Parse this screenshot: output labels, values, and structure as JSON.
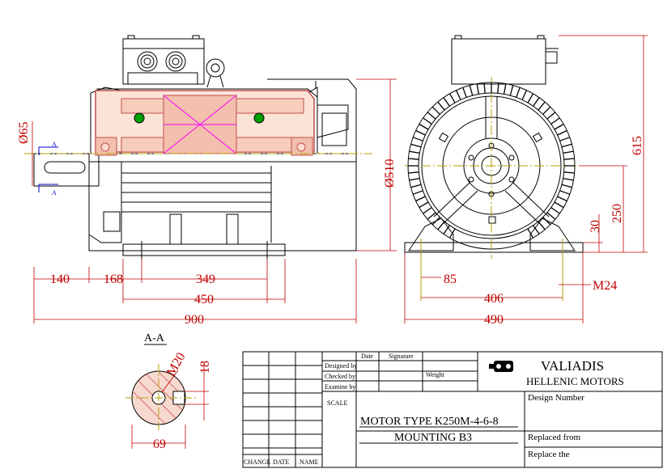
{
  "colors": {
    "outline": "#000000",
    "dimension": "#c00000",
    "hatch": "#c0504d",
    "winding_fill": "#f2c0ac",
    "winding_cross": "#ff00ff",
    "green_part": "#00a000",
    "center_line": "#b5a000",
    "section_mark": "#0000cc"
  },
  "dimensions": {
    "shaft_dia": "Ø65",
    "body_dia": "Ø510",
    "overall_height": "615",
    "shaft_height": "250",
    "foot_thickness": "30",
    "shaft_ext": "140",
    "shaft_to_foot_hole": "168",
    "foot_hole_spacing": "349",
    "foot_length": "450",
    "overall_length": "900",
    "foot_width": "85",
    "foot_hole_span": "406",
    "overall_width": "490",
    "bolt": "M24",
    "key_thread": "M20",
    "key_height": "18",
    "key_shaft_dia": "69"
  },
  "section": {
    "title": "A-A",
    "mark": "A"
  },
  "title_block": {
    "col_date": "Date",
    "col_signature": "Signature",
    "designed_by": "Designed by",
    "checked_by": "Checked by",
    "examine_by": "Examine by",
    "weight": "Weight",
    "scale": "SCALE",
    "company_name": "VALIADIS",
    "company_sub": "HELLENIC MOTORS",
    "design_number": "Design Number",
    "motor_type": "MOTOR TYPE K250M-4-6-8",
    "mounting": "MOUNTING   B3",
    "replaced_from": "Replaced from",
    "replace_the": "Replace the",
    "change": "CHANGE",
    "date": "DATE",
    "name": "NAME"
  }
}
